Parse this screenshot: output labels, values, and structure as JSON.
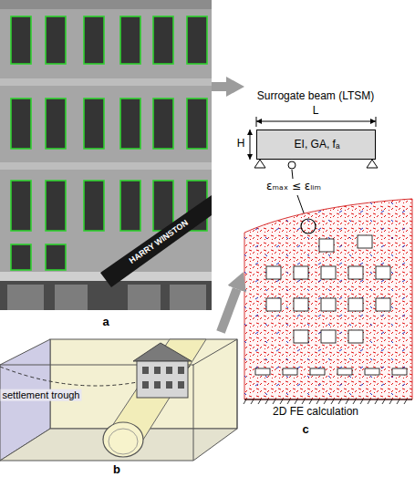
{
  "diagram": {
    "nodes": [
      {
        "text": [
          "a"
        ]
      },
      {
        "text": [
          "b"
        ]
      },
      {
        "text": [
          "c"
        ]
      },
      {
        "text": [
          "EI, GA, fₐ"
        ],
        "in": 2
      }
    ],
    "edges": [
      {
        "from": 0,
        "to": 2,
        "arrow": "to"
      },
      {
        "from": 1,
        "to": 2,
        "arrow": "to"
      }
    ],
    "labels": [
      "HARRY WINSTON",
      "Surrogate beam (LTSM)",
      "L",
      "H",
      "εₘₐₓ ≤ εₗᵢₘ",
      "2D FE calculation",
      "settlement trough"
    ]
  }
}
